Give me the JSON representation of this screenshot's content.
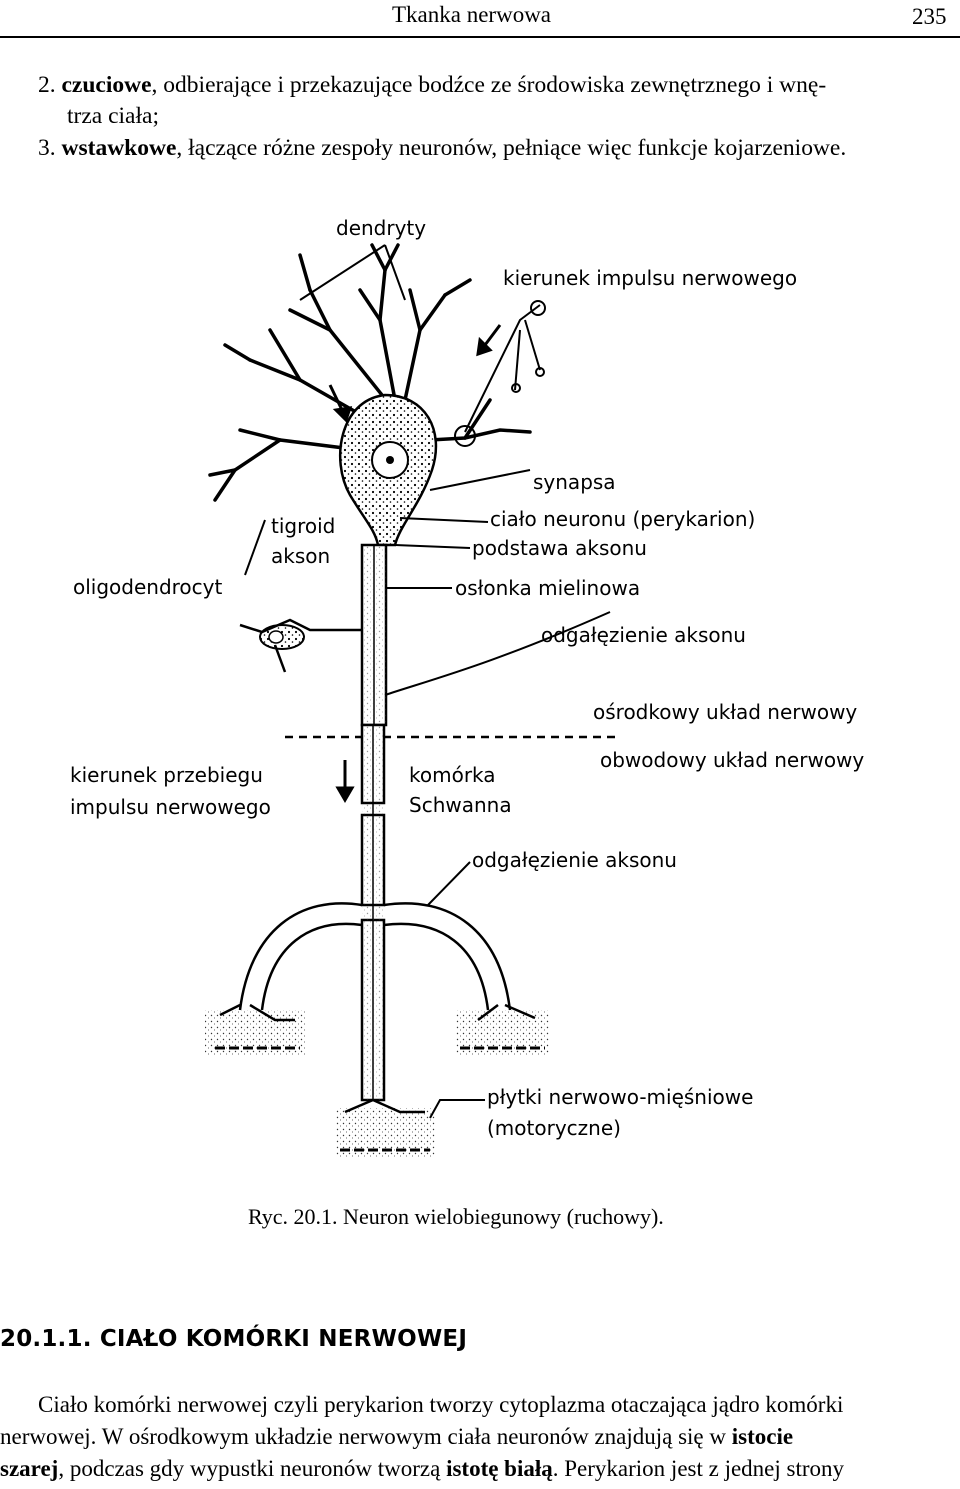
{
  "header": {
    "running_title": "Tkanka nerwowa",
    "page_number": "235"
  },
  "list": [
    {
      "num": "2.",
      "bold": "czuciowe",
      "rest": ", odbierające i przekazujące bodźce ze środowiska zewnętrznego i wnę-",
      "cont": "trza ciała;"
    },
    {
      "num": "3.",
      "bold": "wstawkowe",
      "rest": ", łączące różne zespoły neuronów, pełniące więc funkcje kojarzeniowe."
    }
  ],
  "figure": {
    "labels": {
      "dendryty": "dendryty",
      "kierunek_impulsu": "kierunek impulsu nerwowego",
      "synapsa": "synapsa",
      "tigroid": "tigroid",
      "akson": "akson",
      "cialo_neuronu": "ciało neuronu (perykarion)",
      "podstawa_aksonu": "podstawa aksonu",
      "oligodendrocyt": "oligodendrocyt",
      "oslonka": "osłonka mielinowa",
      "odgalezienie_1": "odgałęzienie aksonu",
      "osrodkowy": "ośrodkowy układ nerwowy",
      "obwodowy": "obwodowy układ nerwowy",
      "kierunek_przebiegu_1": "kierunek przebiegu",
      "kierunek_przebiegu_2": "impulsu nerwowego",
      "komorka_1": "komórka",
      "komorka_2": "Schwanna",
      "odgalezienie_2": "odgałęzienie aksonu",
      "plytki_1": "płytki nerwowo-mięśniowe",
      "plytki_2": "(motoryczne)"
    },
    "caption": "Ryc. 20.1. Neuron wielobiegunowy (ruchowy)."
  },
  "section": {
    "heading": "20.1.1. CIAŁO KOMÓRKI NERWOWEJ",
    "line1": "Ciało komórki nerwowej czyli perykarion tworzy cytoplazma otaczająca jądro komórki",
    "line2_a": "nerwowej. W ośrodkowym układzie nerwowym ciała neuronów znajdują się w ",
    "line2_b": "istocie",
    "line3_a": "szarej",
    "line3_b": ", podczas gdy wypustki neuronów tworzą ",
    "line3_c": "istotę białą",
    "line3_d": ". Perykarion jest z jednej strony"
  }
}
